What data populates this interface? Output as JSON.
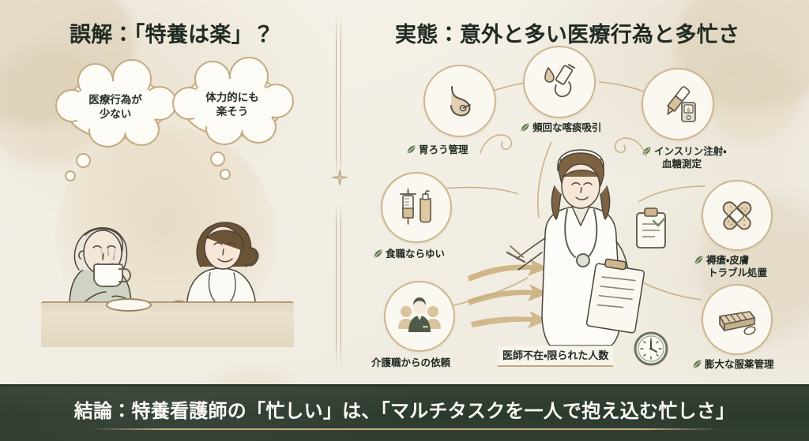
{
  "left_panel": {
    "title": "誤解：「特養は楽」？",
    "thought_bubbles": [
      {
        "id": "bubble-1",
        "text": "医療行為が\n少ない",
        "line1": "医療行為が",
        "line2": "少ない"
      },
      {
        "id": "bubble-2",
        "text": "体力的にも\n楽そう",
        "line1": "体力的にも",
        "line2": "楽そう"
      }
    ],
    "scene_description": "高齢女性と看護師がテーブルでお茶を飲む線画イラスト"
  },
  "right_panel": {
    "title": "実態：意外と多い医療行為と多忙さ",
    "nodes": [
      {
        "id": "node-gastrostomy",
        "label": "胃ろう管理",
        "icon": "stomach-icon",
        "bullet": "leaf-icon"
      },
      {
        "id": "node-suction",
        "label": "頻回な喀痰吸引",
        "icon": "suction-catheter-icon",
        "bullet": "leaf-icon"
      },
      {
        "id": "node-insulin",
        "label_line1": "インスリン注射・",
        "label_line2": "血糖測定",
        "icon": "insulin-pen-glucometer-icon",
        "bullet": "leaf-icon"
      },
      {
        "id": "node-tube-feeding",
        "label": "食職ならゆい",
        "icon": "syringe-bottle-icon",
        "bullet": "leaf-icon"
      },
      {
        "id": "node-skin",
        "label_line1": "褥瘡・皮膚",
        "label_line2": "トラブル処置",
        "icon": "bandage-icon",
        "bullet": "leaf-icon"
      },
      {
        "id": "node-medication",
        "label": "膨大な服薬管理",
        "icon": "pill-organizer-icon",
        "bullet": "leaf-icon"
      },
      {
        "id": "node-care-staff",
        "label": "介護職からの依頼",
        "icon": "care-staff-group-icon",
        "bullet": "none"
      }
    ],
    "highlight_box": {
      "label": "医師不在・限られた人数",
      "icon": "wall-clock-icon"
    },
    "center_figure": "忙しい看護師（クリップボードとペンを持つ）イラスト"
  },
  "divider": {
    "ornament": "sparkle-star-icon"
  },
  "banner": {
    "text": "結論：特養看護師の「忙しい」は、「マルチタスクを一人で抱え込む忙しさ」"
  },
  "colors": {
    "background": "#f3efe6",
    "accent_gold": "#c4ab80",
    "ink": "#1f2a22",
    "banner_bg": "#2d3a2e",
    "banner_rule": "#c4b084",
    "leaf_green": "#5f7a4c"
  }
}
